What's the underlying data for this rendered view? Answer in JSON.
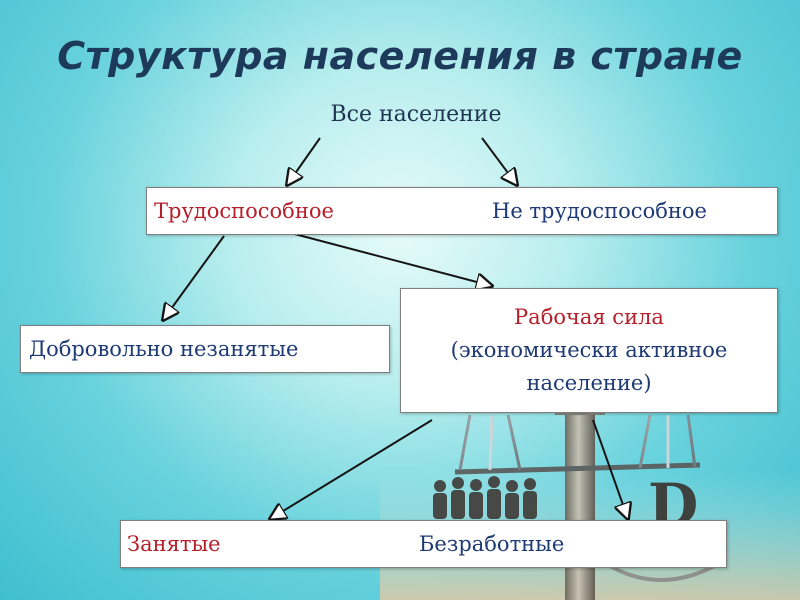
{
  "title": "Структура населения в стране",
  "root": "Все население",
  "level1": {
    "left": "Трудоспособное",
    "right": "Не трудоспособное"
  },
  "voluntary": "Добровольно незанятые",
  "labor_force": {
    "line1": "Рабочая сила",
    "line2": "(экономически активное",
    "line3": "население)"
  },
  "level3": {
    "left": "Занятые",
    "right": "Безработные"
  },
  "colors": {
    "title": "#1d3a5a",
    "red_text": "#b5202a",
    "blue_text": "#1e3a74",
    "arrow": "#151515"
  }
}
